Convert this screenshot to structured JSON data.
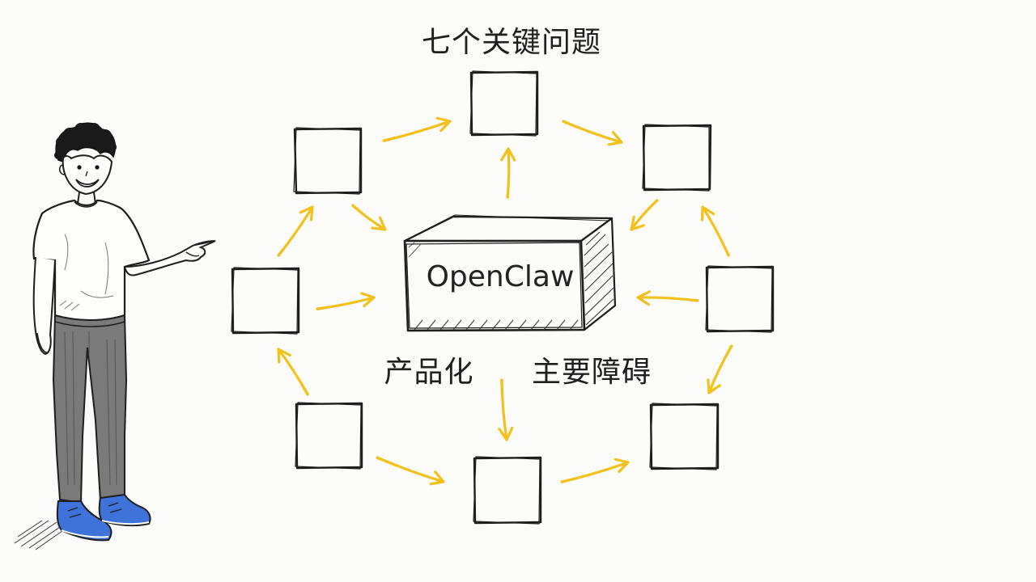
{
  "title": "七个关键问题",
  "center_label": "OpenClaw",
  "left_caption": "产品化",
  "right_caption": "主要障碍",
  "arrow_color": "#f2c11d",
  "ink_color": "#1e1e1e",
  "nodes": [
    {
      "id": "top"
    },
    {
      "id": "upper-left"
    },
    {
      "id": "upper-right"
    },
    {
      "id": "left"
    },
    {
      "id": "right"
    },
    {
      "id": "lower-left"
    },
    {
      "id": "bottom"
    },
    {
      "id": "lower-right"
    }
  ],
  "character": {
    "shirt": "white",
    "pants": "gray",
    "shoes": "blue",
    "shoe_color": "#3f73d9",
    "pants_color": "#7a7a7a"
  }
}
